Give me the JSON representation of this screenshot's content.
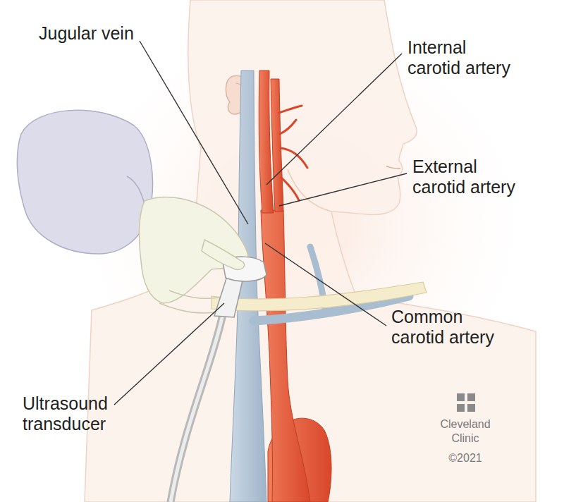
{
  "diagram": {
    "labels": [
      "Jugular vein",
      "Internal carotid artery",
      "External carotid artery",
      "Common carotid artery",
      "Ultrasound transducer",
      "Cleveland Clinic",
      "©2021"
    ]
  }
}
